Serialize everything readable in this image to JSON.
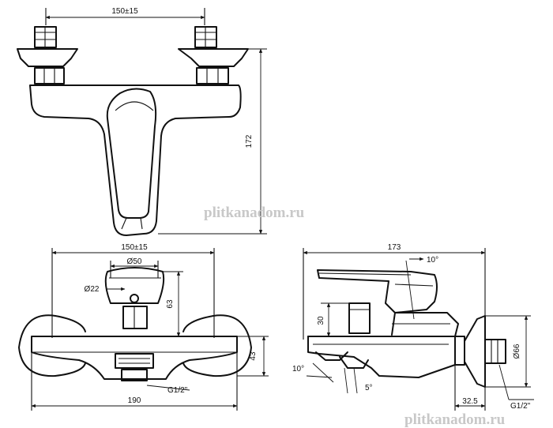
{
  "watermark": {
    "center": "plitkanadom.ru",
    "bottom_right": "plitkanadom.ru"
  },
  "top_view": {
    "spacing": "150±15",
    "height": "172"
  },
  "front_view": {
    "spacing": "150±15",
    "flange_dia": "Ø50",
    "handle_dia": "Ø22",
    "height_63": "63",
    "height_43": "43",
    "length": "190",
    "thread": "G1/2\""
  },
  "side_view": {
    "length": "173",
    "handle_angle": "10°",
    "height_30": "30",
    "spout_angle": "10°",
    "outlet_angle": "5°",
    "flange_dia": "Ø66",
    "offset": "32.5",
    "thread": "G1/2\""
  }
}
